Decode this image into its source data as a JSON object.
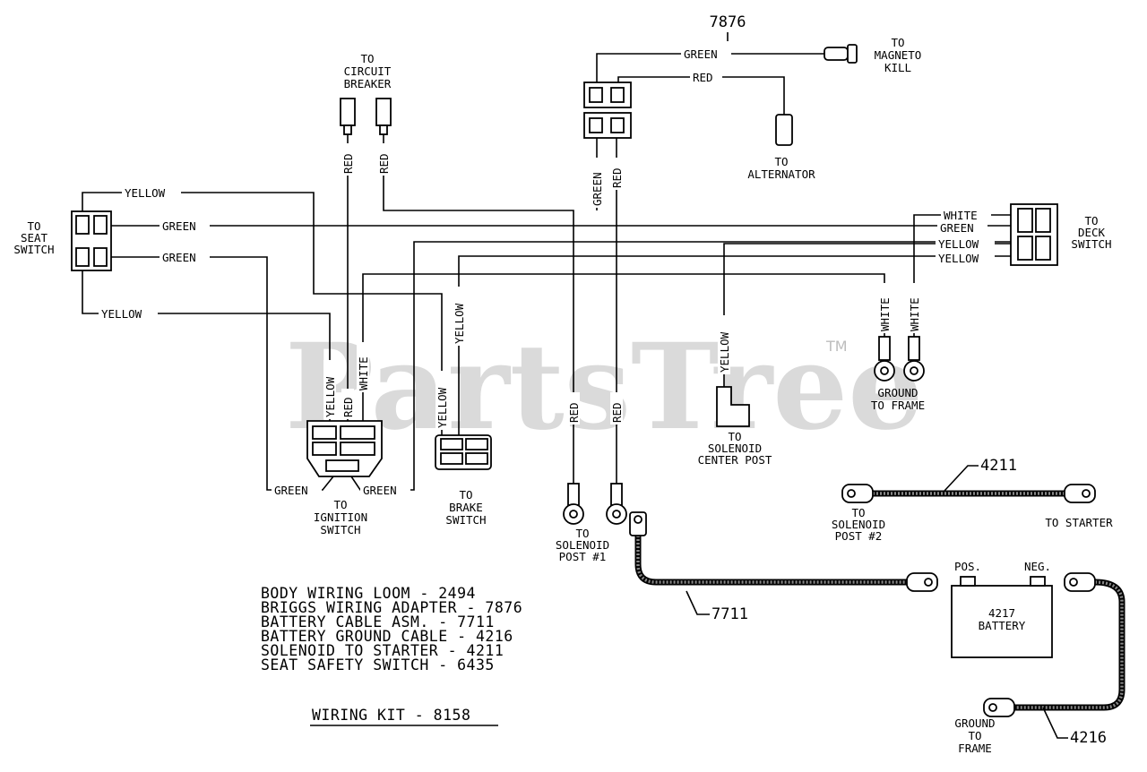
{
  "watermark": {
    "text": "PartsTree",
    "tm": "TM"
  },
  "part_numbers": {
    "adapter": "7876",
    "solenoid_cable": "4211",
    "battery_cable": "7711",
    "ground_cable": "4216"
  },
  "wire_colors": {
    "yellow": "YELLOW",
    "green": "GREEN",
    "red": "RED",
    "white": "WHITE"
  },
  "components": {
    "seat_switch": [
      "TO",
      "SEAT",
      "SWITCH"
    ],
    "circuit_breaker": [
      "TO",
      "CIRCUIT",
      "BREAKER"
    ],
    "magneto_kill": [
      "TO",
      "MAGNETO",
      "KILL"
    ],
    "alternator": [
      "TO",
      "ALTERNATOR"
    ],
    "deck_switch": [
      "TO",
      "DECK",
      "SWITCH"
    ],
    "ground_to_frame_white": [
      "GROUND",
      "TO FRAME"
    ],
    "solenoid_center": [
      "TO",
      "SOLENOID",
      "CENTER POST"
    ],
    "ignition_switch": [
      "TO",
      "IGNITION",
      "SWITCH"
    ],
    "brake_switch": [
      "TO",
      "BRAKE",
      "SWITCH"
    ],
    "solenoid_post1": [
      "TO",
      "SOLENOID",
      "POST #1"
    ],
    "solenoid_post2": [
      "TO",
      "SOLENOID",
      "POST #2"
    ],
    "starter": [
      "TO STARTER"
    ],
    "battery_ground_frame": [
      "GROUND",
      "TO",
      "FRAME"
    ]
  },
  "battery": {
    "pos": "POS.",
    "neg": "NEG.",
    "model": "4217",
    "label": "BATTERY"
  },
  "parts_list": [
    "BODY WIRING LOOM - 2494",
    "BRIGGS WIRING ADAPTER - 7876",
    "BATTERY CABLE ASM. - 7711",
    "BATTERY GROUND CABLE - 4216",
    "SOLENOID TO STARTER - 4211",
    "SEAT SAFETY SWITCH - 6435"
  ],
  "kit_title": "WIRING KIT - 8158"
}
